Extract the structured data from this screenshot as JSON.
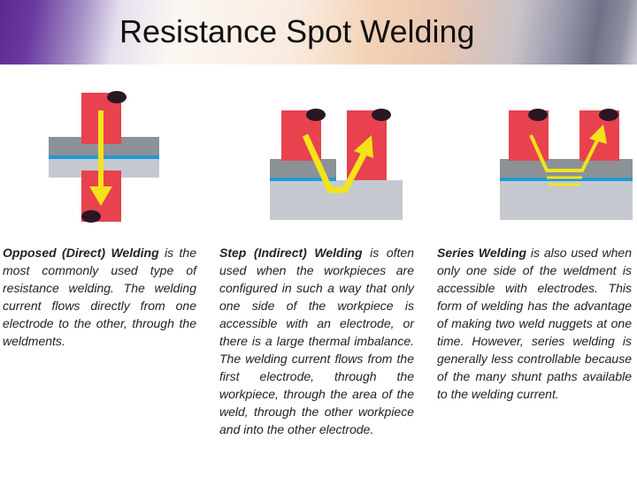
{
  "slide": {
    "title": "Resistance Spot Welding"
  },
  "panels": [
    {
      "heading": "Opposed (Direct) Welding",
      "body": " is the most commonly used type of resistance welding. The welding current flows directly from one electrode to the other, through the weldments."
    },
    {
      "heading": "Step (Indirect) Welding",
      "body": " is often used when the workpieces are configured in such a way that only one side of the workpiece is accessible with an electrode, or there is a large thermal imbalance. The welding current flows from the first electrode, through the workpiece, through the area of the weld, through the other workpiece and into the other electrode."
    },
    {
      "heading": "Series Welding",
      "body": " is also used when only one side of the weldment is accessible with electrodes. This form of welding has the advantage of making two weld nuggets at one time. However, series welding is generally less controllable because of the many shunt paths available to the welding current."
    }
  ],
  "colors": {
    "electrode": "#e8424f",
    "electrode_tip": "#2a1722",
    "workpiece_top": "#8c9198",
    "workpiece_bottom": "#c5c9cf",
    "interface": "#1f9bd7",
    "current": "#f4e31a"
  }
}
